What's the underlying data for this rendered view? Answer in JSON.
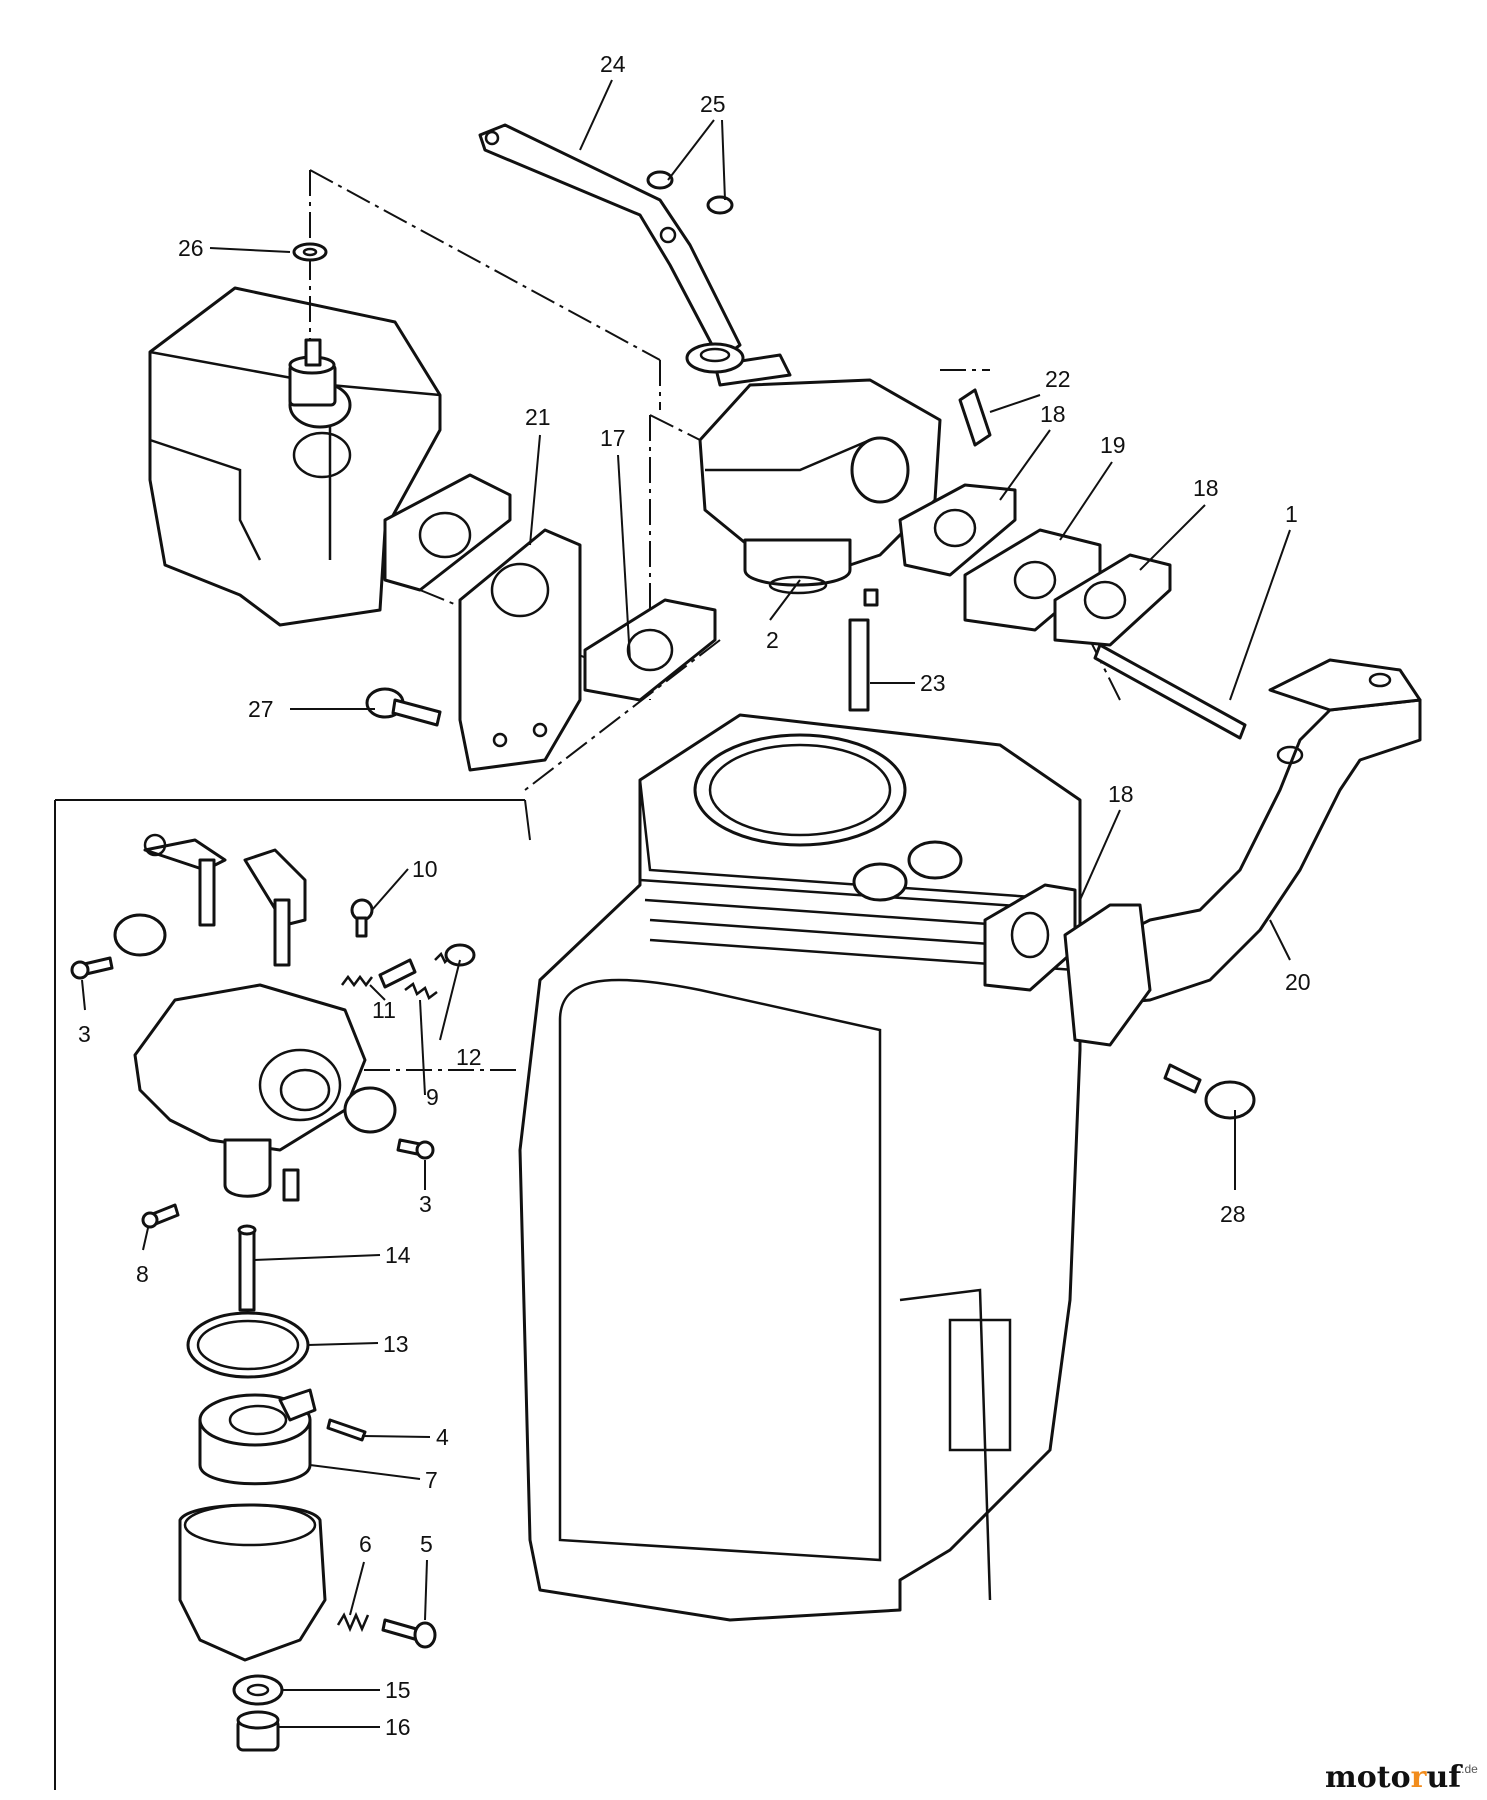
{
  "callouts": {
    "c1": "1",
    "c2": "2",
    "c3a": "3",
    "c3b": "3",
    "c4": "4",
    "c5": "5",
    "c6": "6",
    "c7": "7",
    "c8": "8",
    "c9": "9",
    "c10": "10",
    "c11": "11",
    "c12": "12",
    "c13": "13",
    "c14": "14",
    "c15": "15",
    "c16": "16",
    "c17": "17",
    "c18a": "18",
    "c18b": "18",
    "c18c": "18",
    "c19": "19",
    "c20": "20",
    "c21": "21",
    "c22": "22",
    "c23": "23",
    "c24": "24",
    "c25": "25",
    "c26": "26",
    "c27": "27",
    "c28": "28"
  },
  "watermark": {
    "prefix": "moto",
    "middle": "r",
    "suffix": "uf",
    "tld": ".de"
  }
}
